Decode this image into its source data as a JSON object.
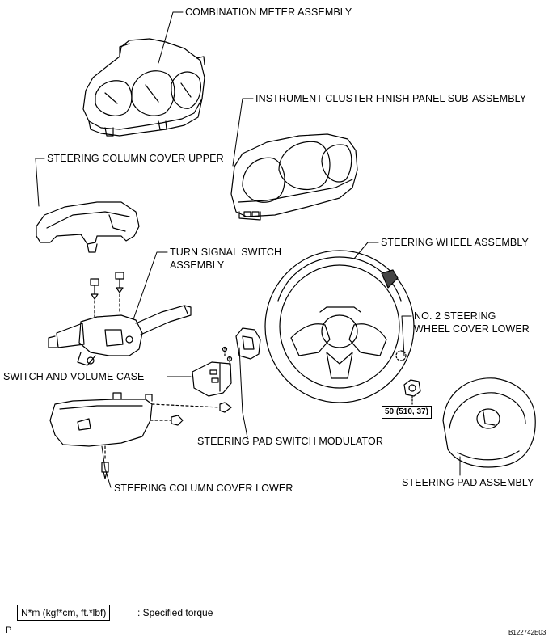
{
  "labels": {
    "combination_meter": "COMBINATION METER ASSEMBLY",
    "instrument_cluster_panel": "INSTRUMENT CLUSTER FINISH PANEL SUB-ASSEMBLY",
    "column_cover_upper": "STEERING COLUMN COVER UPPER",
    "turn_signal_switch_line1": "TURN SIGNAL SWITCH",
    "turn_signal_switch_line2": "ASSEMBLY",
    "steering_wheel": "STEERING WHEEL ASSEMBLY",
    "no2_cover_line1": "NO. 2 STEERING",
    "no2_cover_line2": "WHEEL COVER LOWER",
    "switch_volume_case": "SWITCH AND VOLUME CASE",
    "pad_switch_modulator": "STEERING PAD SWITCH MODULATOR",
    "column_cover_lower": "STEERING COLUMN COVER LOWER",
    "steering_pad": "STEERING PAD ASSEMBLY"
  },
  "torque_value": "50 (510, 37)",
  "legend": {
    "unit": "N*m (kgf*cm, ft.*lbf)",
    "description": ": Specified torque"
  },
  "footer": {
    "page_mark": "P",
    "figure_id": "B122742E03"
  }
}
